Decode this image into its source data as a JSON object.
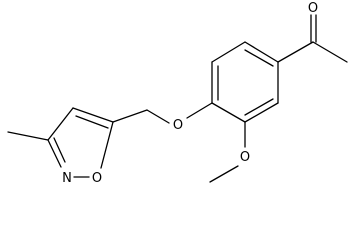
{
  "molecule": {
    "atoms": {
      "o_carbonyl": "O",
      "o_ether": "O",
      "o_methoxy": "O",
      "n_ring": "N",
      "o_ring": "O"
    }
  }
}
